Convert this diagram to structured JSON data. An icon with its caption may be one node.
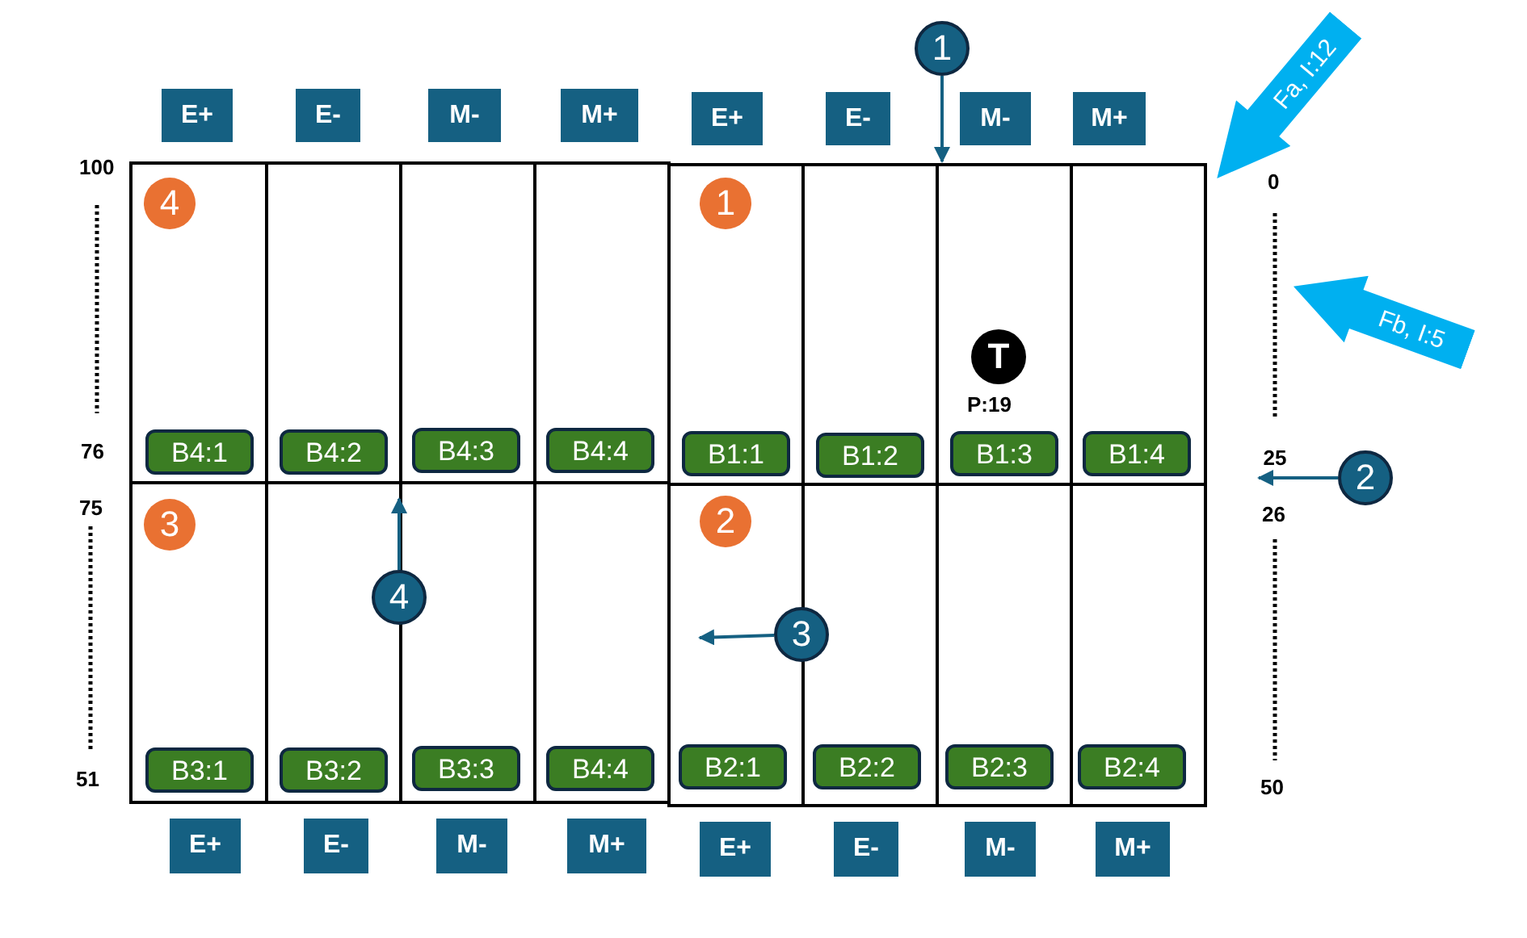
{
  "diagram": {
    "nodes": [
      {
        "text": [
          "1"
        ]
      },
      {
        "text": [
          "Fa, I:12"
        ]
      },
      {
        "text": [
          "E+"
        ]
      },
      {
        "text": [
          "E-"
        ]
      },
      {
        "text": [
          "M-"
        ]
      },
      {
        "text": [
          "M+"
        ]
      },
      {
        "text": [
          "E+"
        ]
      },
      {
        "text": [
          "E-"
        ]
      },
      {
        "text": [
          "M-"
        ]
      },
      {
        "text": [
          "M+"
        ]
      },
      {
        "text": [],
        "shape": "box"
      },
      {
        "text": [
          "4"
        ],
        "in": 10
      },
      {
        "text": [
          "B4:1"
        ],
        "in": 10
      },
      {
        "text": [],
        "shape": "box"
      },
      {
        "text": [
          "B4:2"
        ],
        "in": 13
      },
      {
        "text": [],
        "shape": "box"
      },
      {
        "text": [
          "B4:3"
        ],
        "in": 15
      },
      {
        "text": [],
        "shape": "box"
      },
      {
        "text": [
          "B4:4"
        ],
        "in": 17
      },
      {
        "text": [],
        "shape": "box"
      },
      {
        "text": [
          "1"
        ],
        "in": 19
      },
      {
        "text": [
          "B1:1"
        ],
        "in": 19
      },
      {
        "text": [],
        "shape": "box"
      },
      {
        "text": [
          "B1:2"
        ],
        "in": 22
      },
      {
        "text": [],
        "shape": "box"
      },
      {
        "text": [
          "T"
        ],
        "beside": [
          "P:19"
        ],
        "in": 24
      },
      {
        "text": [
          "B1:3"
        ],
        "in": 24
      },
      {
        "text": [],
        "shape": "box"
      },
      {
        "text": [
          "B1:4"
        ],
        "in": 27
      },
      {
        "text": [
          "Fb, I:5"
        ]
      },
      {
        "text": [
          "25"
        ]
      },
      {
        "text": [
          "2"
        ]
      },
      {
        "text": [],
        "shape": "box"
      },
      {
        "text": [
          "3"
        ],
        "in": 32
      },
      {
        "text": [
          "B3:1"
        ],
        "in": 32
      },
      {
        "text": [],
        "shape": "box"
      },
      {
        "text": [
          "B3:2"
        ],
        "in": 35
      },
      {
        "text": [],
        "shape": "box"
      },
      {
        "text": [
          "B3:3"
        ],
        "in": 37
      },
      {
        "text": [],
        "shape": "box"
      },
      {
        "text": [
          "B4:4"
        ],
        "in": 39
      },
      {
        "text": [],
        "shape": "box"
      },
      {
        "text": [
          "2"
        ],
        "in": 41
      },
      {
        "text": [
          "B2:1"
        ],
        "in": 41
      },
      {
        "text": [],
        "shape": "box"
      },
      {
        "text": [
          "B2:2"
        ],
        "in": 44
      },
      {
        "text": [],
        "shape": "box"
      },
      {
        "text": [
          "B2:3"
        ],
        "in": 46
      },
      {
        "text": [],
        "shape": "box"
      },
      {
        "text": [
          "B2:4"
        ],
        "in": 48
      },
      {
        "text": [
          "4"
        ]
      },
      {
        "text": [
          "3"
        ]
      },
      {
        "text": [
          "E+"
        ]
      },
      {
        "text": [
          "E-"
        ]
      },
      {
        "text": [
          "M-"
        ]
      },
      {
        "text": [
          "M+"
        ]
      },
      {
        "text": [
          "E+"
        ]
      },
      {
        "text": [
          "E-"
        ]
      },
      {
        "text": [
          "M-"
        ]
      },
      {
        "text": [
          "M+"
        ]
      }
    ],
    "edges": [
      {
        "from": 0,
        "to": 24,
        "arrow": "to"
      },
      {
        "from": 31,
        "to": 30,
        "arrow": "to"
      },
      {
        "from": 51,
        "to": 39,
        "arrow": "to"
      },
      {
        "from": 50,
        "to": 14,
        "arrow": "to"
      }
    ],
    "labels": [
      "100",
      "0",
      "76",
      "75",
      "26",
      "51",
      "50"
    ]
  }
}
